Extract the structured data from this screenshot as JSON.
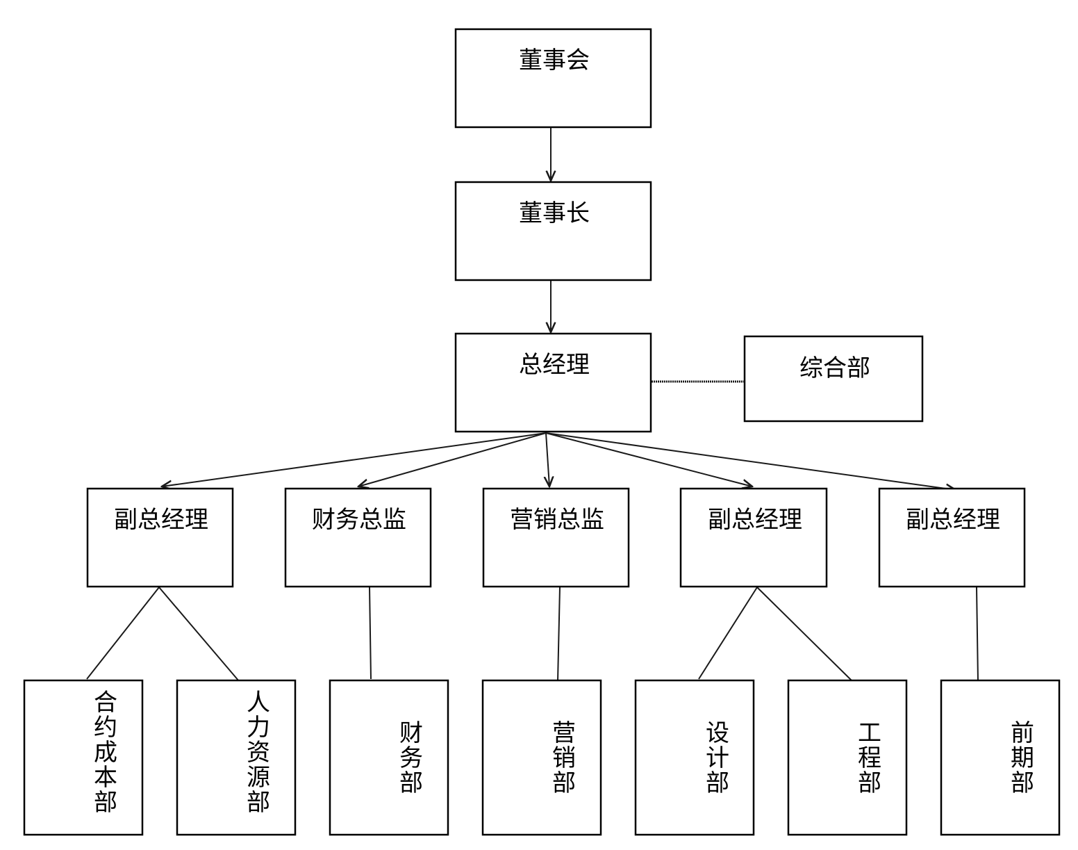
{
  "nodes": {
    "board": {
      "label": "董事会"
    },
    "chairman": {
      "label": "董事长"
    },
    "general_manager": {
      "label": "总经理"
    },
    "general_dept": {
      "label": "综合部"
    },
    "deputy_gm_1": {
      "label": "副总经理"
    },
    "cfo": {
      "label": "财务总监"
    },
    "cmo": {
      "label": "营销总监"
    },
    "deputy_gm_2": {
      "label": "副总经理"
    },
    "deputy_gm_3": {
      "label": "副总经理"
    },
    "contract_cost_dept": {
      "label": "合约成本部"
    },
    "hr_dept": {
      "label": "人力资源部"
    },
    "finance_dept": {
      "label": "财务部"
    },
    "marketing_dept": {
      "label": "营销部"
    },
    "design_dept": {
      "label": "设计部"
    },
    "engineering_dept": {
      "label": "工程部"
    },
    "preliminary_dept": {
      "label": "前期部"
    }
  },
  "edges": [
    {
      "from": "board",
      "to": "chairman",
      "style": "arrow"
    },
    {
      "from": "chairman",
      "to": "general_manager",
      "style": "arrow"
    },
    {
      "from": "general_manager",
      "to": "general_dept",
      "style": "dashed"
    },
    {
      "from": "general_manager",
      "to": "deputy_gm_1",
      "style": "arrow"
    },
    {
      "from": "general_manager",
      "to": "cfo",
      "style": "arrow"
    },
    {
      "from": "general_manager",
      "to": "cmo",
      "style": "arrow"
    },
    {
      "from": "general_manager",
      "to": "deputy_gm_2",
      "style": "arrow"
    },
    {
      "from": "general_manager",
      "to": "deputy_gm_3",
      "style": "arrow"
    },
    {
      "from": "deputy_gm_1",
      "to": "contract_cost_dept",
      "style": "line"
    },
    {
      "from": "deputy_gm_1",
      "to": "hr_dept",
      "style": "line"
    },
    {
      "from": "cfo",
      "to": "finance_dept",
      "style": "line"
    },
    {
      "from": "cmo",
      "to": "marketing_dept",
      "style": "line"
    },
    {
      "from": "deputy_gm_2",
      "to": "design_dept",
      "style": "line"
    },
    {
      "from": "deputy_gm_2",
      "to": "engineering_dept",
      "style": "line"
    },
    {
      "from": "deputy_gm_3",
      "to": "preliminary_dept",
      "style": "line"
    }
  ],
  "colors": {
    "stroke": "#000000",
    "background": "#ffffff"
  }
}
